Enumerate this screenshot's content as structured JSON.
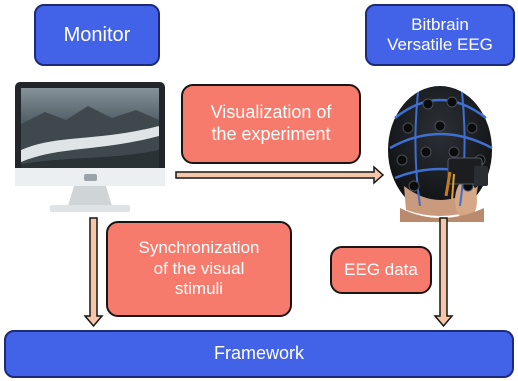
{
  "diagram": {
    "nodes": {
      "monitor": "Monitor",
      "eeg_device": "Bitbrain\nVersatile EEG",
      "framework": "Framework"
    },
    "edges": {
      "visualization": "Visualization of\nthe experiment",
      "synchronization": "Synchronization\nof the visual\nstimuli",
      "eeg_data": "EEG data"
    },
    "colors": {
      "node_fill": "#4262e8",
      "label_fill": "#f77b6c",
      "arrow_fill": "#f6c6a8"
    }
  }
}
